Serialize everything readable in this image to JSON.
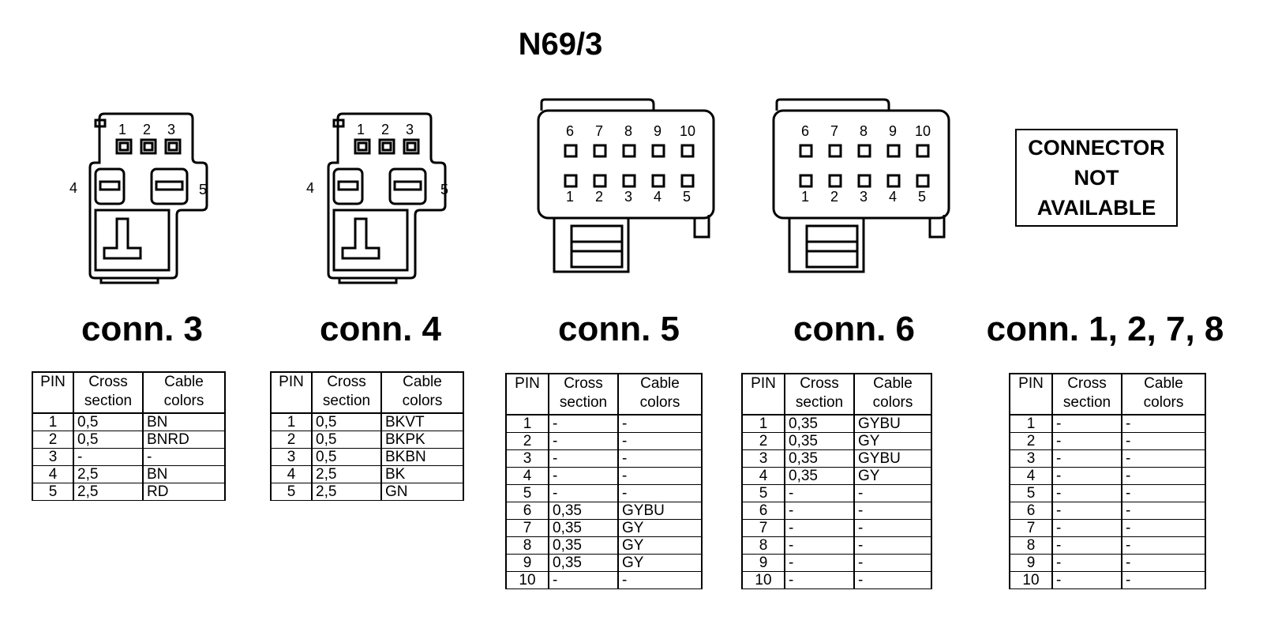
{
  "title": "N69/3",
  "header": {
    "pin": "PIN",
    "cross": [
      "Cross",
      "section"
    ],
    "colors": [
      "Cable",
      "colors"
    ]
  },
  "connectors": [
    {
      "id": "conn3",
      "label": "conn. 3",
      "pin_labels_top": [
        "1",
        "2",
        "3"
      ],
      "pin_labels_side": [
        "4",
        "5"
      ],
      "rows": [
        [
          "1",
          "0,5",
          "BN"
        ],
        [
          "2",
          "0,5",
          "BNRD"
        ],
        [
          "3",
          "-",
          "-"
        ],
        [
          "4",
          "2,5",
          "BN"
        ],
        [
          "5",
          "2,5",
          "RD"
        ]
      ]
    },
    {
      "id": "conn4",
      "label": "conn. 4",
      "pin_labels_top": [
        "1",
        "2",
        "3"
      ],
      "pin_labels_side": [
        "4",
        "5"
      ],
      "rows": [
        [
          "1",
          "0,5",
          "BKVT"
        ],
        [
          "2",
          "0,5",
          "BKPK"
        ],
        [
          "3",
          "0,5",
          "BKBN"
        ],
        [
          "4",
          "2,5",
          "BK"
        ],
        [
          "5",
          "2,5",
          "GN"
        ]
      ]
    },
    {
      "id": "conn5",
      "label": "conn. 5",
      "pin_labels_top": [
        "6",
        "7",
        "8",
        "9",
        "10"
      ],
      "pin_labels_bottom": [
        "1",
        "2",
        "3",
        "4",
        "5"
      ],
      "rows": [
        [
          "1",
          "-",
          "-"
        ],
        [
          "2",
          "-",
          "-"
        ],
        [
          "3",
          "-",
          "-"
        ],
        [
          "4",
          "-",
          "-"
        ],
        [
          "5",
          "-",
          "-"
        ],
        [
          "6",
          "0,35",
          "GYBU"
        ],
        [
          "7",
          "0,35",
          "GY"
        ],
        [
          "8",
          "0,35",
          "GY"
        ],
        [
          "9",
          "0,35",
          "GY"
        ],
        [
          "10",
          "-",
          "-"
        ]
      ]
    },
    {
      "id": "conn6",
      "label": "conn. 6",
      "pin_labels_top": [
        "6",
        "7",
        "8",
        "9",
        "10"
      ],
      "pin_labels_bottom": [
        "1",
        "2",
        "3",
        "4",
        "5"
      ],
      "rows": [
        [
          "1",
          "0,35",
          "GYBU"
        ],
        [
          "2",
          "0,35",
          "GY"
        ],
        [
          "3",
          "0,35",
          "GYBU"
        ],
        [
          "4",
          "0,35",
          "GY"
        ],
        [
          "5",
          "-",
          "-"
        ],
        [
          "6",
          "-",
          "-"
        ],
        [
          "7",
          "-",
          "-"
        ],
        [
          "8",
          "-",
          "-"
        ],
        [
          "9",
          "-",
          "-"
        ],
        [
          "10",
          "-",
          "-"
        ]
      ]
    },
    {
      "id": "conn1278",
      "label": "conn. 1, 2, 7, 8",
      "not_available": [
        "CONNECTOR",
        "NOT",
        "AVAILABLE"
      ],
      "rows": [
        [
          "1",
          "-",
          "-"
        ],
        [
          "2",
          "-",
          "-"
        ],
        [
          "3",
          "-",
          "-"
        ],
        [
          "4",
          "-",
          "-"
        ],
        [
          "5",
          "-",
          "-"
        ],
        [
          "6",
          "-",
          "-"
        ],
        [
          "7",
          "-",
          "-"
        ],
        [
          "8",
          "-",
          "-"
        ],
        [
          "9",
          "-",
          "-"
        ],
        [
          "10",
          "-",
          "-"
        ]
      ]
    }
  ]
}
